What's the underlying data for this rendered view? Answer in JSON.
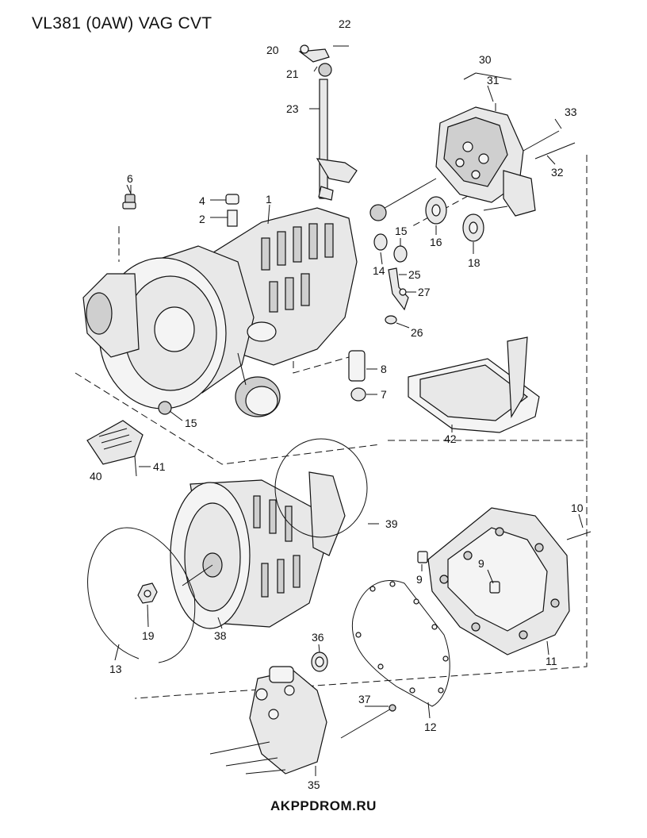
{
  "title": "VL381 (0AW) VAG CVT",
  "footer": "AKPPDROM.RU",
  "callouts": {
    "c1": "1",
    "c2": "2",
    "c4": "4",
    "c6": "6",
    "c7": "7",
    "c8": "8",
    "c9a": "9",
    "c9b": "9",
    "c10": "10",
    "c11": "11",
    "c12": "12",
    "c13": "13",
    "c14": "14",
    "c15a": "15",
    "c15b": "15",
    "c16": "16",
    "c18": "18",
    "c19": "19",
    "c20": "20",
    "c21": "21",
    "c22": "22",
    "c23": "23",
    "c25": "25",
    "c26": "26",
    "c27": "27",
    "c30": "30",
    "c31": "31",
    "c32": "32",
    "c33": "33",
    "c35": "35",
    "c36": "36",
    "c37": "37",
    "c38": "38",
    "c39": "39",
    "c40": "40",
    "c41": "41",
    "c42": "42"
  }
}
